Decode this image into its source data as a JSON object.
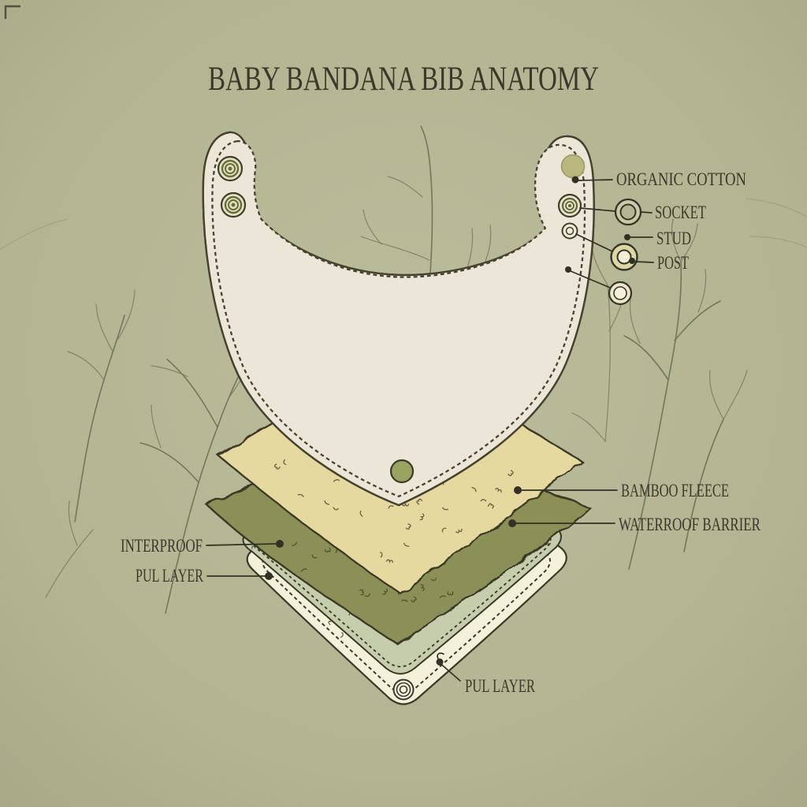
{
  "title": "BABY BANDANA BIB ANATOMY",
  "callouts": {
    "organic_cotton": "ORGANIC COTTON",
    "socket": "SOCKET",
    "stud": "STUD",
    "post": "POST",
    "bamboo_fleece": "BAMBOO FLEECE",
    "waterproof_barrier": "WATERROOF BARRIER",
    "interproof": "INTERPROOF",
    "pul_layer_left": "PUL LAYER",
    "pul_layer_bottom": "PUL LAYER"
  },
  "colors": {
    "background": "#b5b694",
    "ink": "#323126",
    "bib_fabric": "#ebe6d7",
    "bamboo_fleece": "#e5d99f",
    "waterproof_barrier": "#8b9156",
    "interproof_layer": "#c5cdac",
    "pul_layer": "#f4f1db",
    "snap_olive": "#667033",
    "branch": "#6f7459"
  }
}
